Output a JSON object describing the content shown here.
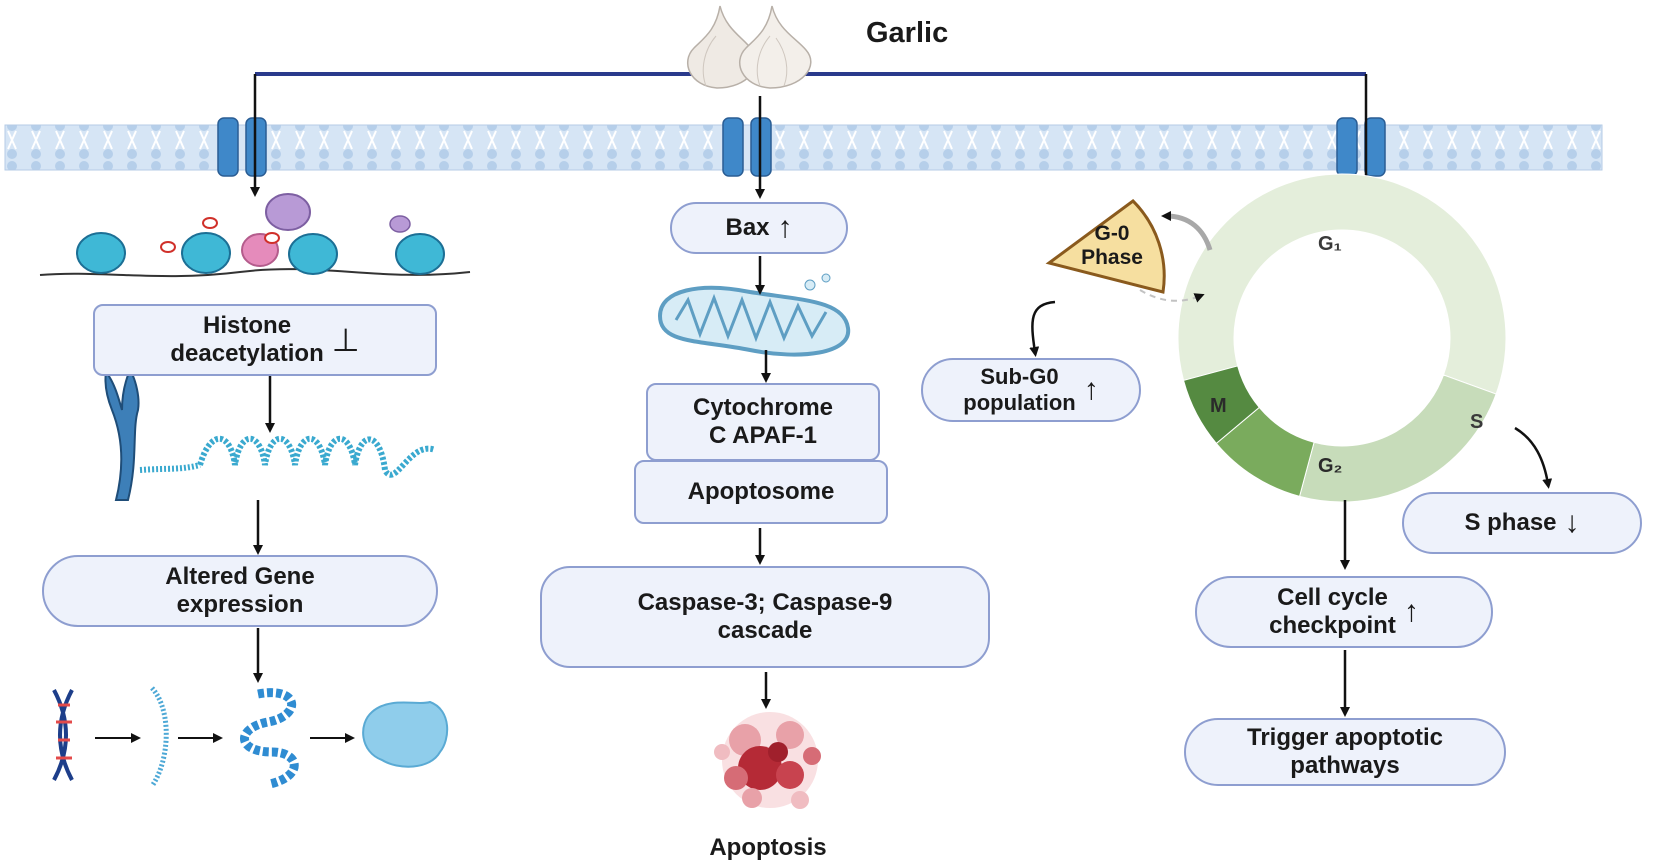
{
  "title": "Garlic",
  "left_path": {
    "histone": "Histone\ndeacetylation",
    "histone_symbol": "⊥",
    "gene": "Altered Gene\nexpression"
  },
  "middle_path": {
    "bax": "Bax",
    "bax_arrow": "↑",
    "cytochrome": "Cytochrome\nC APAF-1",
    "apoptosome": "Apoptosome",
    "caspase": "Caspase-3; Caspase-9\ncascade",
    "apoptosis": "Apoptosis"
  },
  "right_path": {
    "g0_phase": "G-0\nPhase",
    "sub_g0": "Sub-G0\npopulation",
    "sub_g0_arrow": "↑",
    "phases": {
      "g1": "G₁",
      "s": "S",
      "g2": "G₂",
      "m": "M"
    },
    "s_phase": "S phase",
    "s_phase_arrow": "↓",
    "checkpoint": "Cell cycle\ncheckpoint",
    "checkpoint_arrow": "↑",
    "trigger": "Trigger apoptotic\npathways"
  },
  "colors": {
    "membrane": "#c9dcf0",
    "channel": "#3f88c9",
    "line": "#2a3a8c",
    "box_fill": "#eef2fb",
    "box_border": "#8e9ed0",
    "g1": "#e4eedb",
    "s": "#c7dcba",
    "g2": "#7aab5d",
    "m": "#558a41",
    "g0": "#f6dfa0"
  }
}
